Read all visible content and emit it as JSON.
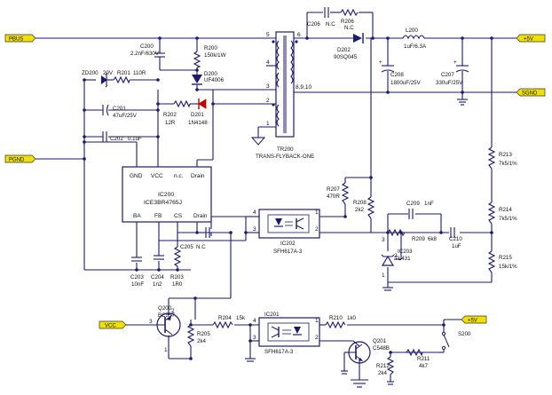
{
  "ports": {
    "pbus": "PBUS",
    "pgnd": "PGND",
    "vcc": "VCC",
    "p5v_top": "+5V",
    "sgnd": "SGND",
    "p5v_bottom": "+5V"
  },
  "components": {
    "c200": {
      "ref": "C200",
      "value": "2.2nF/630V"
    },
    "r200": {
      "ref": "R200",
      "value": "150k/1W"
    },
    "d200": {
      "ref": "D200",
      "value": "UF4006"
    },
    "tr200": {
      "ref": "TR200",
      "value": "TRANS-FLYBACK-ONE"
    },
    "c206": {
      "ref": "C206",
      "value": "N.C"
    },
    "r206": {
      "ref": "R206",
      "value": "N.C"
    },
    "d202": {
      "ref": "D202",
      "value": "90SQ045"
    },
    "l200": {
      "ref": "L200",
      "value": "1uF/6.3A"
    },
    "c208": {
      "ref": "C208",
      "value": "1800uF/25V"
    },
    "c207": {
      "ref": "C207",
      "value": "330uF/25V"
    },
    "zd200": {
      "ref": "ZD200",
      "value": "20V"
    },
    "r201": {
      "ref": "R201",
      "value": "110R"
    },
    "c201": {
      "ref": "C201",
      "value": "47uF/25V"
    },
    "r202": {
      "ref": "R202",
      "value": "12R"
    },
    "d201": {
      "ref": "D201",
      "value": "1N4148"
    },
    "c202": {
      "ref": "C202",
      "value": "0.1uF"
    },
    "ic200": {
      "ref": "IC200",
      "value": "ICE3BR4765J"
    },
    "c205": {
      "ref": "C205",
      "value": "N.C"
    },
    "c203": {
      "ref": "C203",
      "value": "10nF"
    },
    "c204": {
      "ref": "C204",
      "value": "1n2"
    },
    "r203": {
      "ref": "R203",
      "value": "1R0"
    },
    "r207": {
      "ref": "R207",
      "value": "470R"
    },
    "r208": {
      "ref": "R208",
      "value": "2k2"
    },
    "ic202": {
      "ref": "IC202",
      "value": "SFH617A-3"
    },
    "c209": {
      "ref": "C209",
      "value": "1nF"
    },
    "r209": {
      "ref": "R209",
      "value": "6k8"
    },
    "c210": {
      "ref": "C210",
      "value": "1uF"
    },
    "ic203": {
      "ref": "IC203",
      "value": "TL431"
    },
    "r213": {
      "ref": "R213",
      "value": "7k5/1%"
    },
    "r214": {
      "ref": "R214",
      "value": "7k5/1%"
    },
    "r215": {
      "ref": "R215",
      "value": "15k/1%"
    },
    "q200": {
      "ref": "Q200",
      "value": "BC557"
    },
    "r205": {
      "ref": "R205",
      "value": "2k4"
    },
    "r204": {
      "ref": "R204",
      "value": "15k"
    },
    "ic201": {
      "ref": "IC201",
      "value": "SFH617A-3"
    },
    "r210": {
      "ref": "R210",
      "value": "1k0"
    },
    "q201": {
      "ref": "Q201",
      "value": "C548B"
    },
    "r211": {
      "ref": "R211",
      "value": "4k7"
    },
    "r212": {
      "ref": "R212",
      "value": "2k4"
    },
    "s200": {
      "ref": "S200"
    }
  },
  "ic_pins": {
    "gnd": "GND",
    "vcc": "VCC",
    "nc": "n.c.",
    "drain_top": "Drain",
    "ba": "BA",
    "fb": "FB",
    "cs": "CS",
    "drain_bottom": "Drain"
  },
  "pin_numbers": {
    "tr_5": "5",
    "tr_4": "4",
    "tr_3": "3",
    "tr_2": "2",
    "tr_1": "1",
    "tr_6": "6",
    "tr_8_10": "8,9,10",
    "ic202_4": "4",
    "ic202_3": "3",
    "ic202_1": "1",
    "ic202_2": "2",
    "ic201_4": "4",
    "ic201_3": "3",
    "ic201_1": "1",
    "ic201_2": "2",
    "ic203_3": "3",
    "ic203_1": "1",
    "ic203_2": "2",
    "q200_1": "1",
    "q200_2": "2",
    "q200_3": "3"
  },
  "colors": {
    "wire": "#1a1a6e",
    "port_fill": "#f0e000",
    "diode_red": "#c00000"
  }
}
